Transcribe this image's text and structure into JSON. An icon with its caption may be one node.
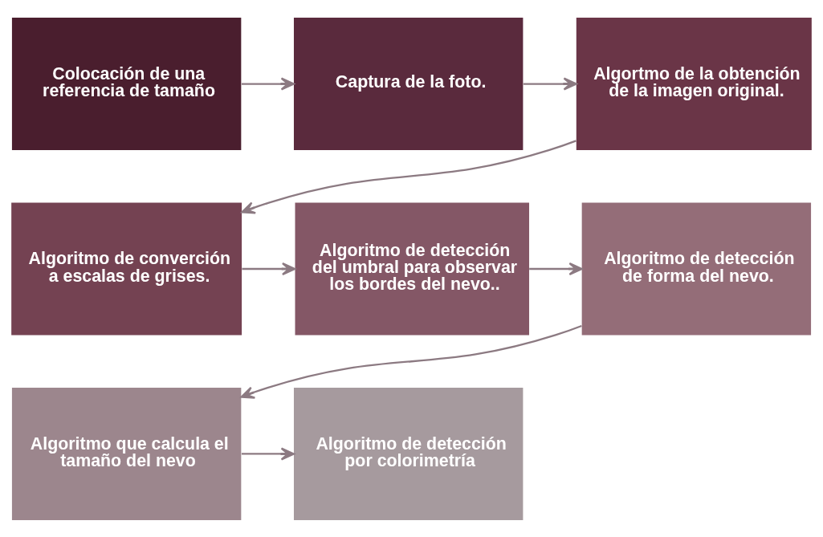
{
  "diagram": {
    "nodes": [
      {
        "text": [
          "Colocación de una referencia de tamaño"
        ]
      },
      {
        "text": [
          "Captura de la foto."
        ]
      },
      {
        "text": [
          "Algortmo de la obtención de la imagen original."
        ]
      },
      {
        "text": [
          "Algoritmo de converción a escalas de grises."
        ]
      },
      {
        "text": [
          "Algoritmo de detección del umbral para observar los bordes del nevo.."
        ]
      },
      {
        "text": [
          "Algoritmo de detección de forma del nevo."
        ]
      },
      {
        "text": [
          "Algoritmo que calcula el tamaño del nevo"
        ]
      },
      {
        "text": [
          "Algoritmo de detección por colorimetría"
        ]
      }
    ],
    "edges": [
      {
        "from": 0,
        "to": 1,
        "arrow": "to"
      },
      {
        "from": 1,
        "to": 2,
        "arrow": "to"
      },
      {
        "from": 2,
        "to": 3,
        "arrow": "to"
      },
      {
        "from": 3,
        "to": 4,
        "arrow": "to"
      },
      {
        "from": 4,
        "to": 5,
        "arrow": "to"
      },
      {
        "from": 5,
        "to": 6,
        "arrow": "to"
      },
      {
        "from": 6,
        "to": 7,
        "arrow": "to"
      }
    ]
  }
}
